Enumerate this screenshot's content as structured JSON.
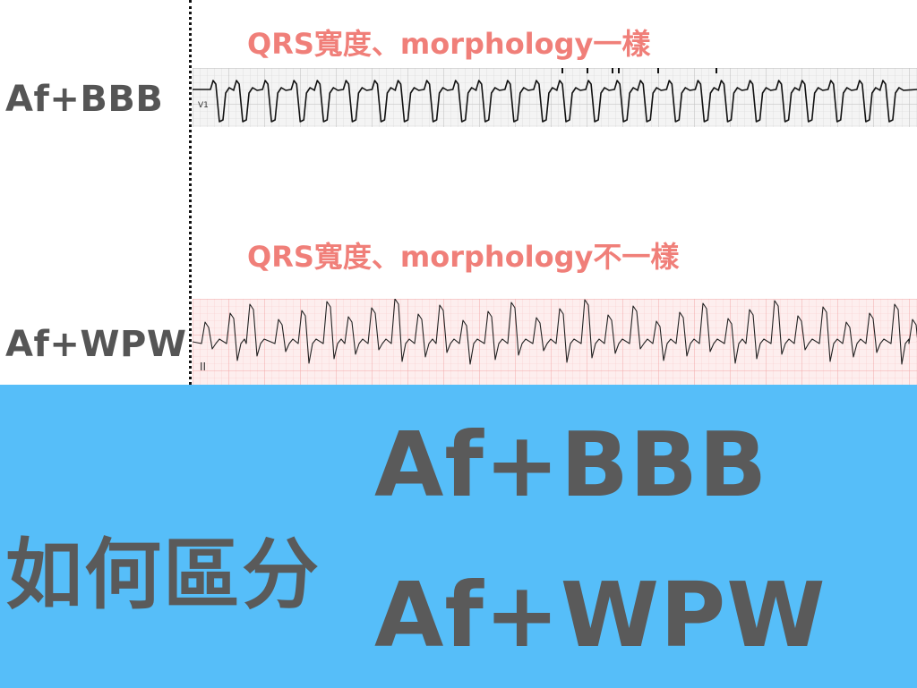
{
  "top": {
    "left_labels": {
      "bbb": "Af+BBB",
      "wpw": "Af+WPW"
    },
    "captions": {
      "bbb": "QRS寬度、morphology一樣",
      "wpw": "QRS寬度、morphology不一樣"
    },
    "strips": {
      "bbb_lead": "V1",
      "wpw_lead": "II"
    }
  },
  "bottom": {
    "question": "如何區分",
    "compare_1": "Af+BBB",
    "compare_2": "Af+WPW"
  },
  "colors": {
    "caption": "#f07f79",
    "label_text": "#555555",
    "bottom_background": "#56bef9",
    "bbb_grid": "#bdbdbd",
    "wpw_grid": "#f3a9a9",
    "trace": "#111111"
  }
}
